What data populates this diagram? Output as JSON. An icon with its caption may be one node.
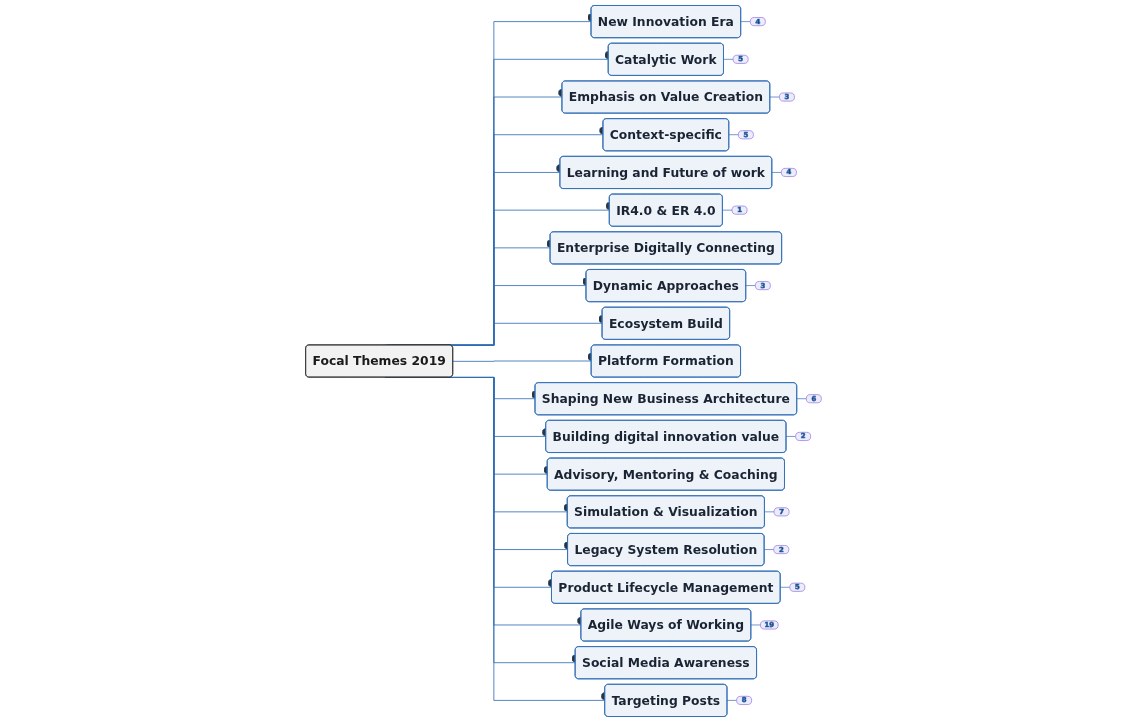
{
  "diagram": {
    "nodes": [
      {
        "text": [
          "Focal Themes 2019"
        ]
      },
      {
        "text": [
          "New Innovation Era"
        ],
        "beside": [
          "4"
        ]
      },
      {
        "text": [
          "Catalytic Work"
        ],
        "beside": [
          "5"
        ]
      },
      {
        "text": [
          "Emphasis on Value Creation"
        ],
        "beside": [
          "3"
        ]
      },
      {
        "text": [
          "Context-specific"
        ],
        "beside": [
          "5"
        ]
      },
      {
        "text": [
          "Learning and Future of work"
        ],
        "beside": [
          "4"
        ]
      },
      {
        "text": [
          "IR4.0 & ER 4.0"
        ],
        "beside": [
          "1"
        ]
      },
      {
        "text": [
          "Enterprise Digitally Connecting"
        ]
      },
      {
        "text": [
          "Dynamic Approaches"
        ],
        "beside": [
          "3"
        ]
      },
      {
        "text": [
          "Ecosystem Build"
        ]
      },
      {
        "text": [
          "Platform Formation"
        ]
      },
      {
        "text": [
          "Shaping New Business Architecture"
        ],
        "beside": [
          "6"
        ]
      },
      {
        "text": [
          "Building digital innovation value"
        ],
        "beside": [
          "2"
        ]
      },
      {
        "text": [
          "Advisory, Mentoring & Coaching"
        ]
      },
      {
        "text": [
          "Simulation & Visualization"
        ],
        "beside": [
          "7"
        ]
      },
      {
        "text": [
          "Legacy System Resolution"
        ],
        "beside": [
          "2"
        ]
      },
      {
        "text": [
          "Product Lifecycle Management"
        ],
        "beside": [
          "5"
        ]
      },
      {
        "text": [
          "Agile Ways of Working"
        ],
        "beside": [
          "19"
        ]
      },
      {
        "text": [
          "Social Media Awareness"
        ]
      },
      {
        "text": [
          "Targeting Posts"
        ],
        "beside": [
          "8"
        ]
      }
    ],
    "edges": [
      {
        "from": 0,
        "to": 1,
        "arrow": "other"
      },
      {
        "from": 0,
        "to": 2,
        "arrow": "other"
      },
      {
        "from": 0,
        "to": 3,
        "arrow": "other"
      },
      {
        "from": 0,
        "to": 4,
        "arrow": "other"
      },
      {
        "from": 0,
        "to": 5,
        "arrow": "other"
      },
      {
        "from": 0,
        "to": 6,
        "arrow": "other"
      },
      {
        "from": 0,
        "to": 7,
        "arrow": "other"
      },
      {
        "from": 0,
        "to": 8,
        "arrow": "other"
      },
      {
        "from": 0,
        "to": 9,
        "arrow": "other"
      },
      {
        "from": 0,
        "to": 10,
        "arrow": "other"
      },
      {
        "from": 0,
        "to": 11,
        "arrow": "other"
      },
      {
        "from": 0,
        "to": 12,
        "arrow": "other"
      },
      {
        "from": 0,
        "to": 13,
        "arrow": "other"
      },
      {
        "from": 0,
        "to": 14,
        "arrow": "other"
      },
      {
        "from": 0,
        "to": 15,
        "arrow": "other"
      },
      {
        "from": 0,
        "to": 16,
        "arrow": "other"
      },
      {
        "from": 0,
        "to": 17,
        "arrow": "other"
      },
      {
        "from": 0,
        "to": 18,
        "arrow": "other"
      },
      {
        "from": 0,
        "to": 19,
        "arrow": "other"
      }
    ]
  }
}
